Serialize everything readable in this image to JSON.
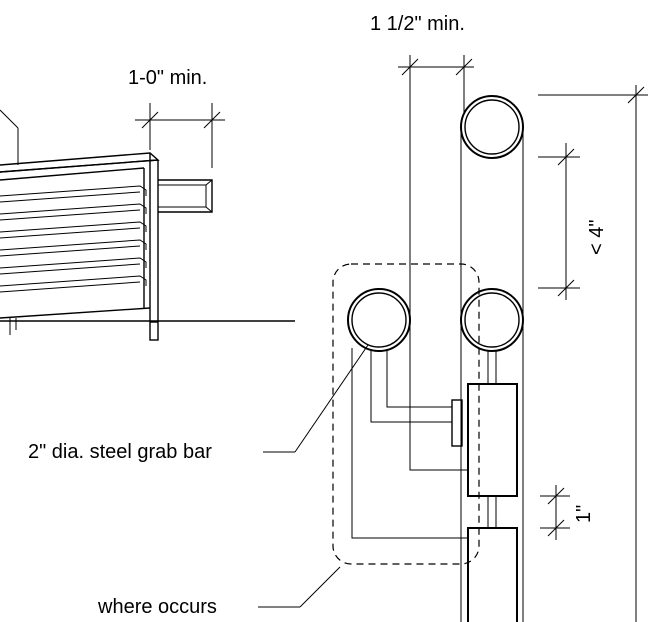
{
  "labels": {
    "dim_top": "1 1/2\" min.",
    "dim_left": "1-0\" min.",
    "dim_vertical": "< 4\"",
    "dim_small": "1\"",
    "grab_bar": "2\" dia. steel grab bar",
    "where_occurs": "where occurs"
  }
}
